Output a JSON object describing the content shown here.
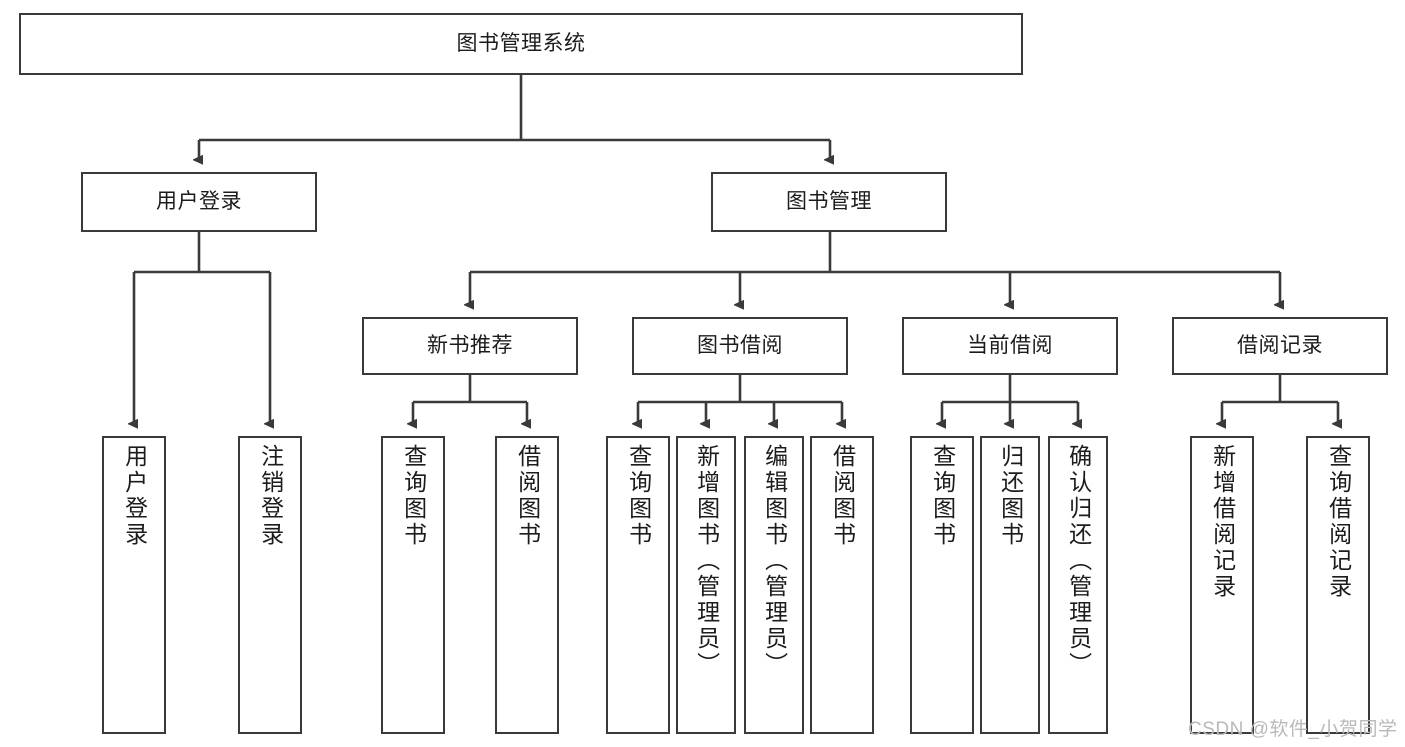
{
  "diagram": {
    "title": "图书管理系统",
    "type": "hierarchy-tree",
    "orientation": "top-down",
    "levels": 4
  },
  "nodes": {
    "root": {
      "label": "图书管理系统"
    },
    "level2": [
      {
        "id": "user-login",
        "label": "用户登录"
      },
      {
        "id": "book-manage",
        "label": "图书管理"
      }
    ],
    "level3": [
      {
        "id": "new-book-rec",
        "label": "新书推荐"
      },
      {
        "id": "book-borrow",
        "label": "图书借阅"
      },
      {
        "id": "current-borrow",
        "label": "当前借阅"
      },
      {
        "id": "borrow-record",
        "label": "借阅记录"
      }
    ],
    "leaves": {
      "user_login": [
        {
          "id": "leaf-user-login",
          "label": "用户登录"
        },
        {
          "id": "leaf-user-logout",
          "label": "注销登录"
        }
      ],
      "new_book_rec": [
        {
          "id": "leaf-query-book-1",
          "label": "查询图书"
        },
        {
          "id": "leaf-borrow-book-1",
          "label": "借阅图书"
        }
      ],
      "book_borrow": [
        {
          "id": "leaf-query-book-2",
          "label": "查询图书"
        },
        {
          "id": "leaf-add-book",
          "label": "新增图书（管理员）"
        },
        {
          "id": "leaf-edit-book",
          "label": "编辑图书（管理员）"
        },
        {
          "id": "leaf-borrow-book-2",
          "label": "借阅图书"
        }
      ],
      "current_borrow": [
        {
          "id": "leaf-query-book-3",
          "label": "查询图书"
        },
        {
          "id": "leaf-return-book",
          "label": "归还图书"
        },
        {
          "id": "leaf-confirm-return",
          "label": "确认归还（管理员）"
        }
      ],
      "borrow_record": [
        {
          "id": "leaf-add-record",
          "label": "新增借阅记录"
        },
        {
          "id": "leaf-query-record",
          "label": "查询借阅记录"
        }
      ]
    }
  },
  "colors": {
    "stroke": "#3a3a3a",
    "text": "#1c1c1c",
    "background": "#ffffff",
    "watermark": "#b9b9b9"
  },
  "watermark": {
    "text": "CSDN @软件_小贺同学"
  }
}
